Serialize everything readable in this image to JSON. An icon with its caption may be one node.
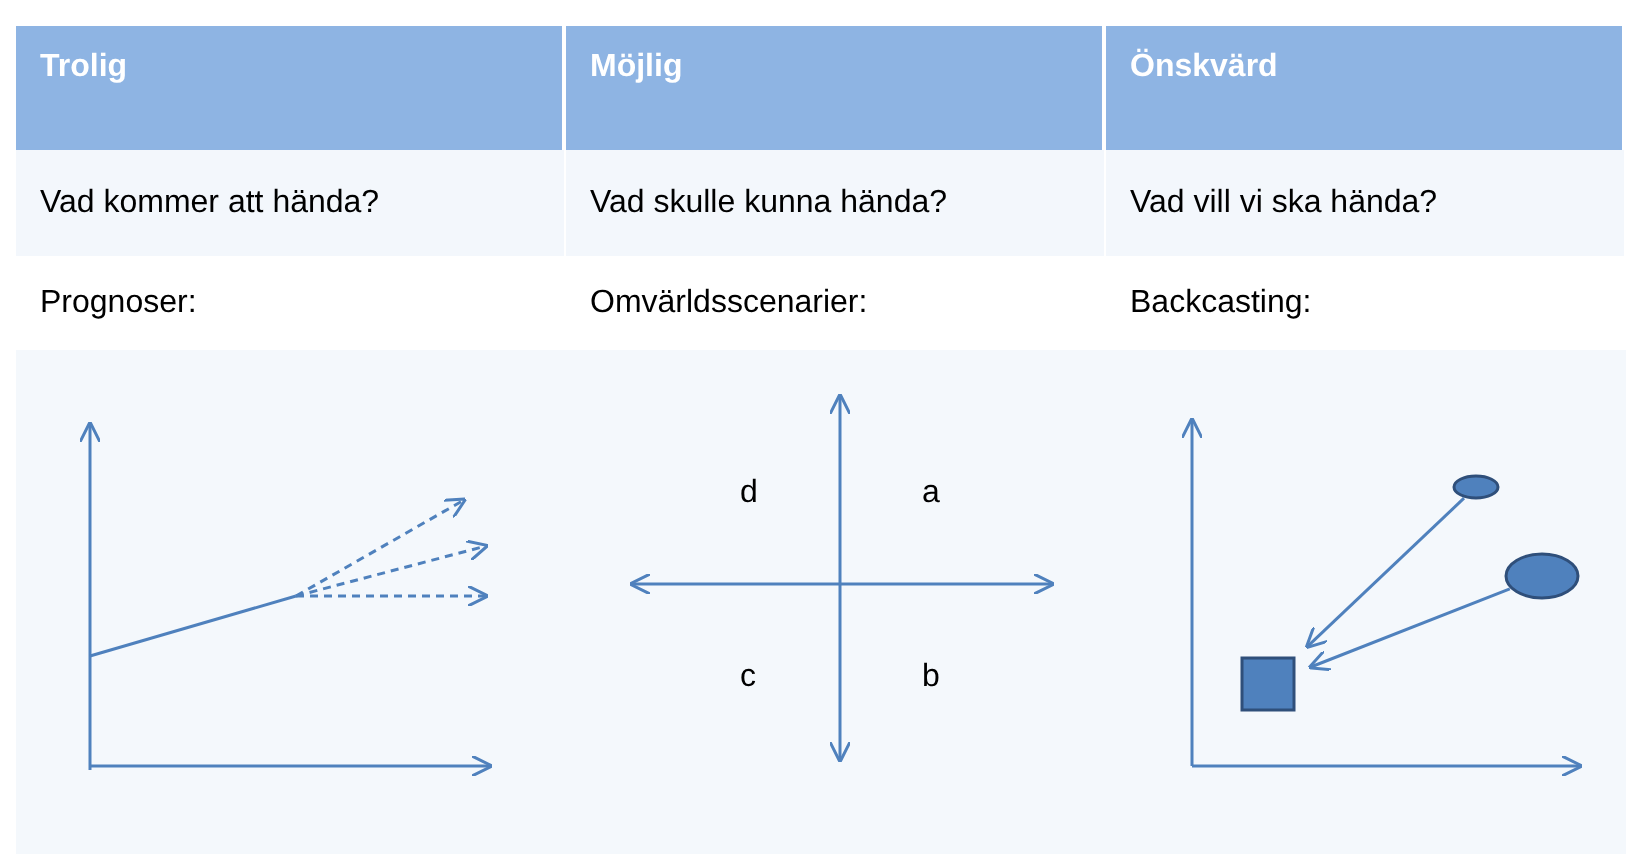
{
  "diagram": {
    "nodes": [
      {
        "text": [],
        "shape": "circle"
      },
      {
        "text": [],
        "shape": "circle"
      },
      {
        "text": [],
        "shape": "box"
      }
    ],
    "edges": [
      {
        "from": 0,
        "to": 2,
        "arrow": "to"
      },
      {
        "from": 1,
        "to": 2,
        "arrow": "to"
      }
    ],
    "labels": [
      "Trolig",
      "Möjlig",
      "Önskvärd",
      "Vad kommer att hända?",
      "Vad skulle kunna hända?",
      "Vad vill vi ska hända?",
      "Prognoser:",
      "Omvärldsscenarier:",
      "Backcasting:",
      "d",
      "a",
      "c",
      "b"
    ]
  }
}
